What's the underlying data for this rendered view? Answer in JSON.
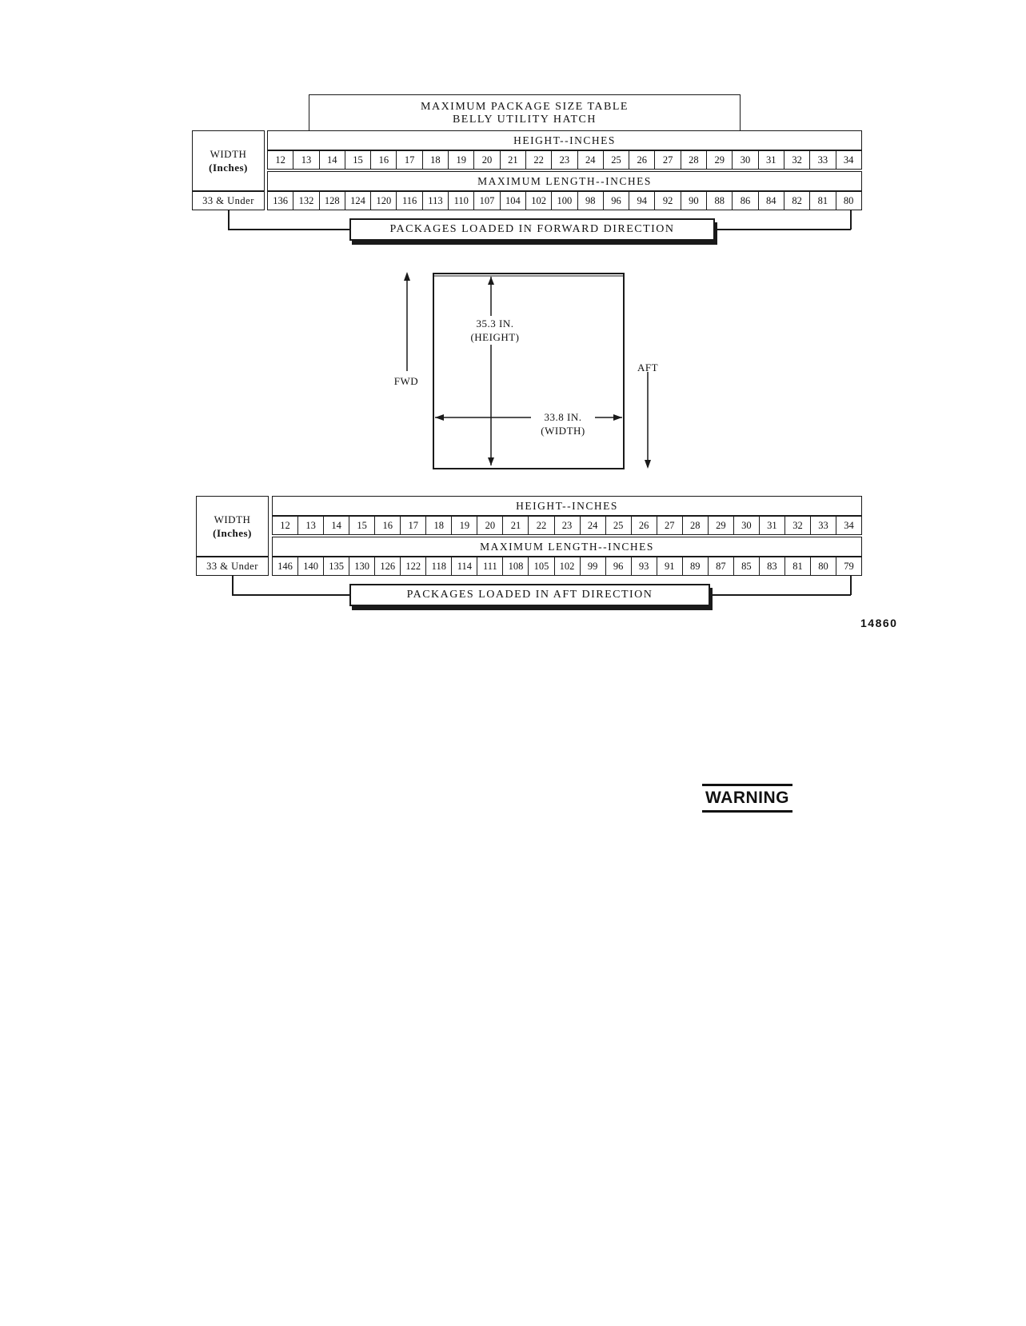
{
  "title_box": {
    "line1": "MAXIMUM PACKAGE SIZE TABLE",
    "line2": "BELLY UTILITY HATCH"
  },
  "table_forward": {
    "width_header_line1": "WIDTH",
    "width_header_line2": "(Inches)",
    "height_header": "HEIGHT--INCHES",
    "heights": [
      "12",
      "13",
      "14",
      "15",
      "16",
      "17",
      "18",
      "19",
      "20",
      "21",
      "22",
      "23",
      "24",
      "25",
      "26",
      "27",
      "28",
      "29",
      "30",
      "31",
      "32",
      "33",
      "34"
    ],
    "length_header": "MAXIMUM LENGTH--INCHES",
    "row_label": "33 & Under",
    "lengths": [
      "136",
      "132",
      "128",
      "124",
      "120",
      "116",
      "113",
      "110",
      "107",
      "104",
      "102",
      "100",
      "98",
      "96",
      "94",
      "92",
      "90",
      "88",
      "86",
      "84",
      "82",
      "81",
      "80"
    ],
    "banner": "PACKAGES LOADED IN FORWARD DIRECTION"
  },
  "hatch_diagram": {
    "height_label_line1": "35.3 IN.",
    "height_label_line2": "(HEIGHT)",
    "width_label_line1": "33.8 IN.",
    "width_label_line2": "(WIDTH)",
    "fwd_label": "FWD",
    "aft_label": "AFT"
  },
  "table_aft": {
    "width_header_line1": "WIDTH",
    "width_header_line2": "(Inches)",
    "height_header": "HEIGHT--INCHES",
    "heights": [
      "12",
      "13",
      "14",
      "15",
      "16",
      "17",
      "18",
      "19",
      "20",
      "21",
      "22",
      "23",
      "24",
      "25",
      "26",
      "27",
      "28",
      "29",
      "30",
      "31",
      "32",
      "33",
      "34"
    ],
    "length_header": "MAXIMUM LENGTH--INCHES",
    "row_label": "33 & Under",
    "lengths": [
      "146",
      "140",
      "135",
      "130",
      "126",
      "122",
      "118",
      "114",
      "111",
      "108",
      "105",
      "102",
      "99",
      "96",
      "93",
      "91",
      "89",
      "87",
      "85",
      "83",
      "81",
      "80",
      "79"
    ],
    "banner": "PACKAGES LOADED IN AFT DIRECTION"
  },
  "figure_number": "14860",
  "warning_label": "WARNING"
}
